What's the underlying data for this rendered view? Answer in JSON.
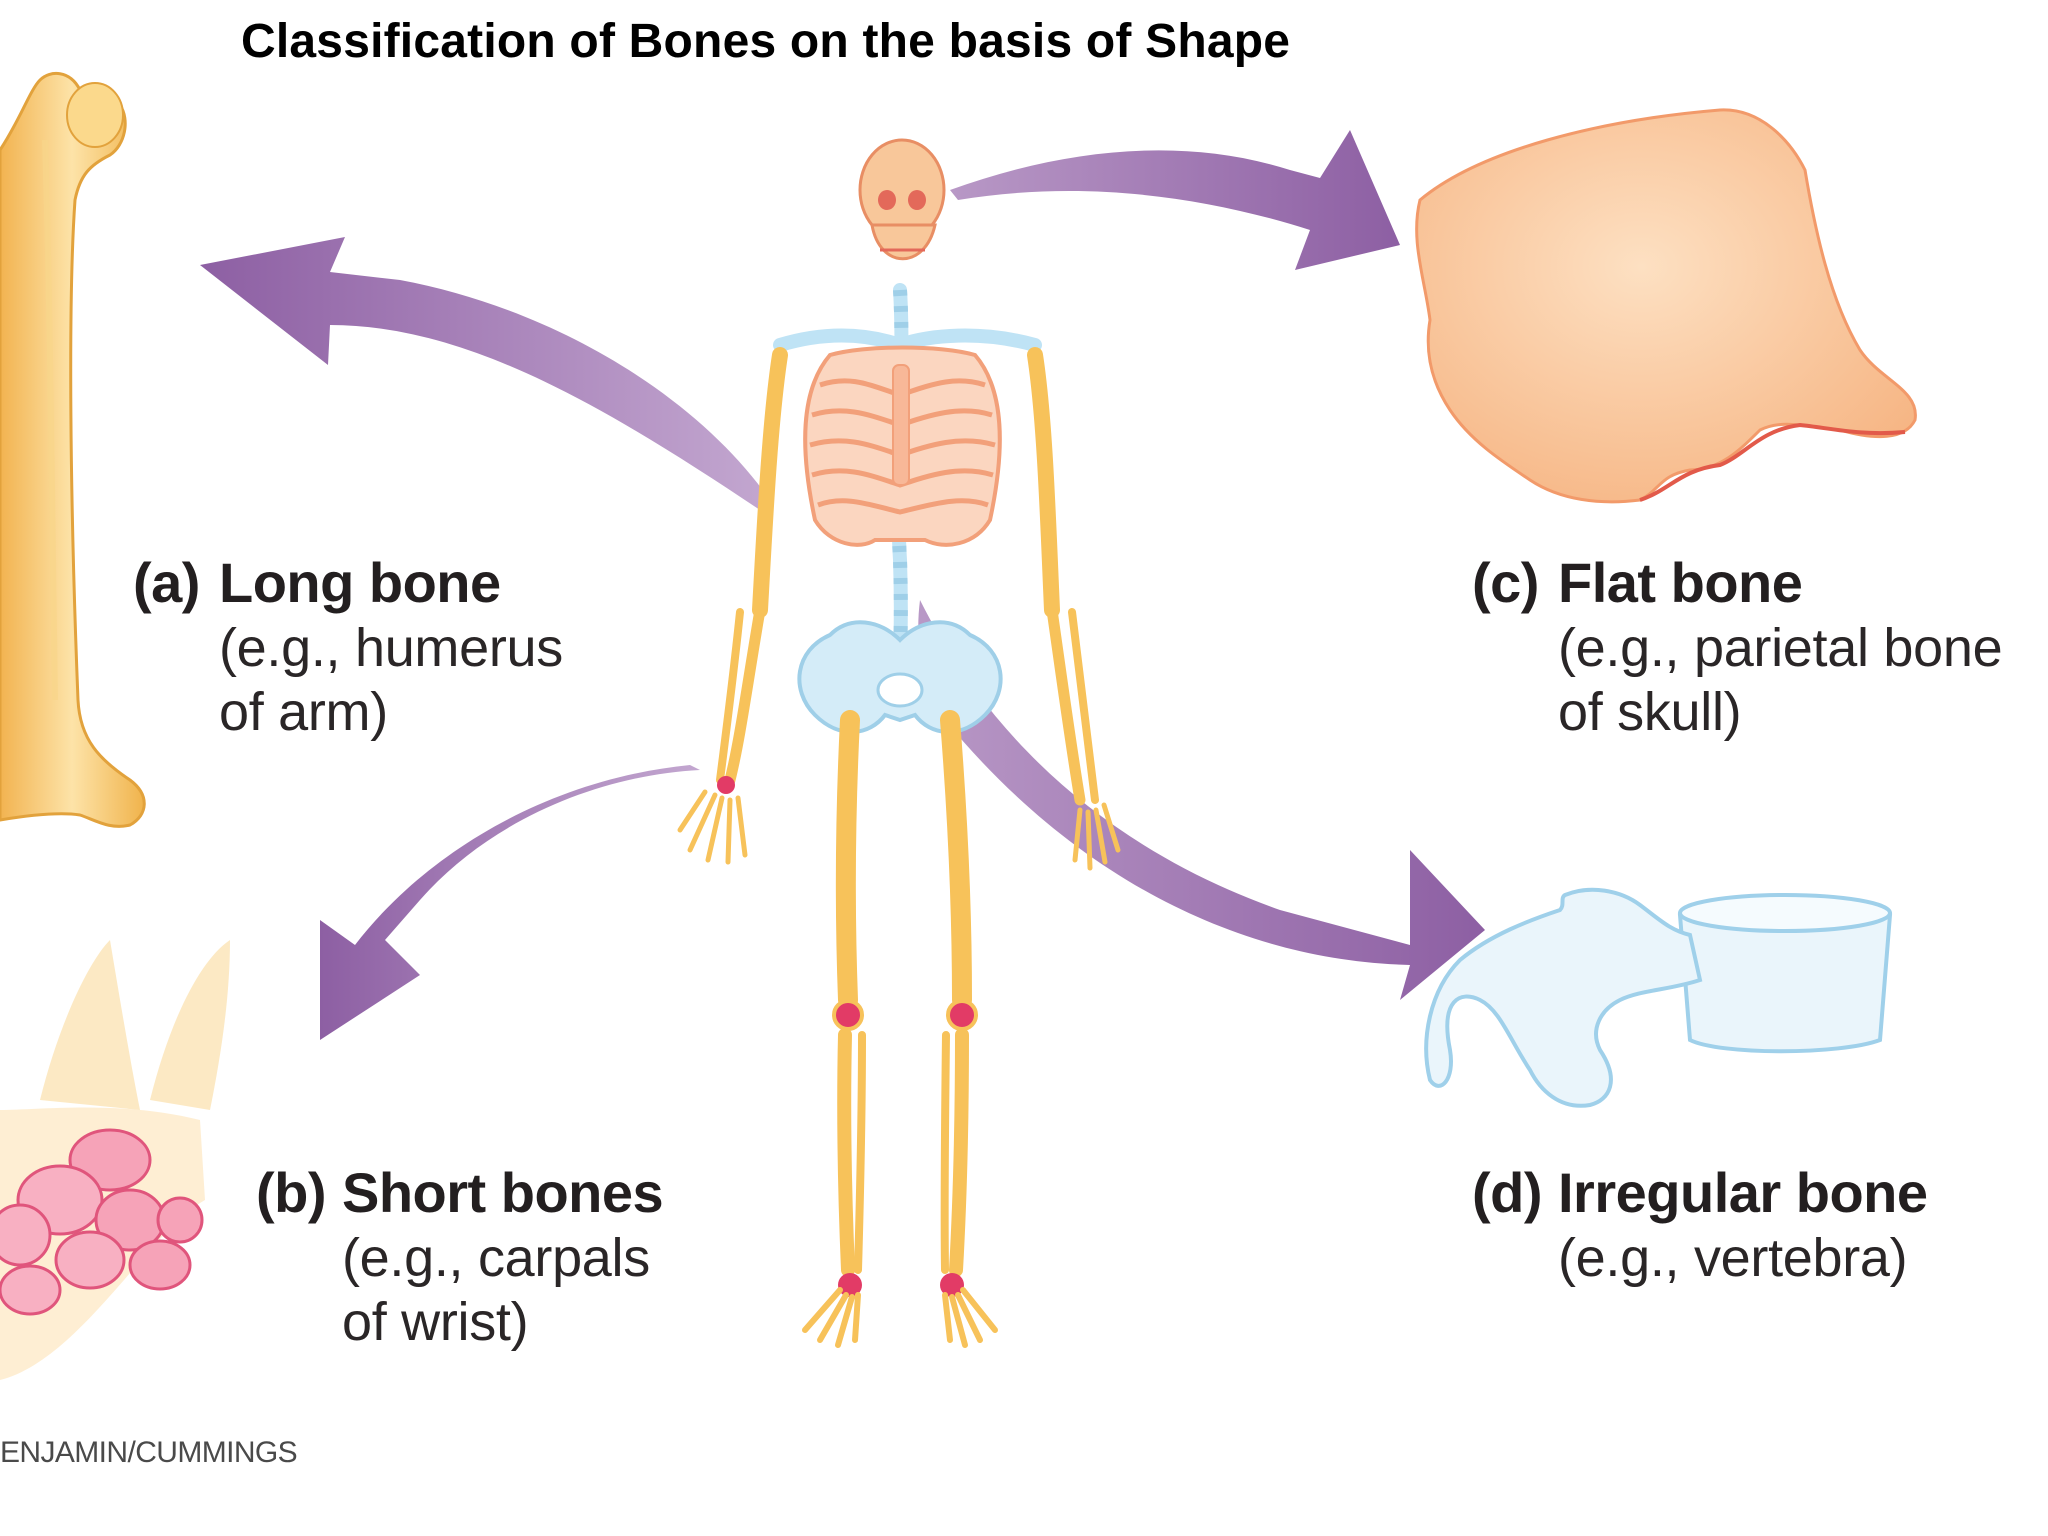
{
  "title": "Classification of Bones on the basis of Shape",
  "credit": "ENJAMIN/CUMMINGS",
  "bones": [
    {
      "letter": "(a)",
      "name": "Long bone",
      "example_line1": "(e.g., humerus",
      "example_line2": "of arm)"
    },
    {
      "letter": "(b)",
      "name": "Short bones",
      "example_line1": "(e.g., carpals",
      "example_line2": "of wrist)"
    },
    {
      "letter": "(c)",
      "name": "Flat bone",
      "example_line1": "(e.g., parietal bone",
      "example_line2": "of skull)"
    },
    {
      "letter": "(d)",
      "name": "Irregular bone",
      "example_line1": "(e.g., vertebra)",
      "example_line2": ""
    }
  ],
  "colors": {
    "bone": "#f7c25a",
    "bone_outline": "#e2a23c",
    "flat_bone": "#f8c79a",
    "rib": "#f2a07a",
    "cartilage": "#bfe3f5",
    "joint": "#e23b66",
    "carpal": "#f5a8bc",
    "arrow": "#9c6fae"
  }
}
